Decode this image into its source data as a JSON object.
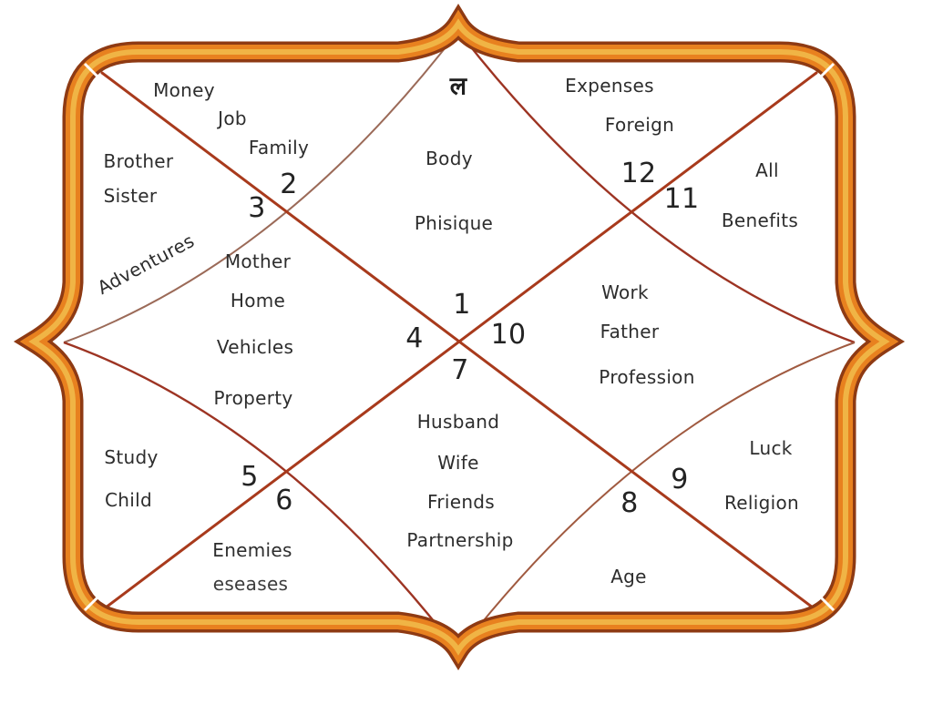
{
  "lagna": {
    "symbol": "ल"
  },
  "houses": {
    "h1": {
      "number": "1",
      "labels": [
        "Body",
        "Phisique"
      ]
    },
    "h2": {
      "number": "2",
      "labels": [
        "Money",
        "Job",
        "Family"
      ]
    },
    "h3": {
      "number": "3",
      "labels": [
        "Brother",
        "Sister",
        "Adventures"
      ]
    },
    "h4": {
      "number": "4",
      "labels": [
        "Mother",
        "Home",
        "Vehicles",
        "Property"
      ]
    },
    "h5": {
      "number": "5",
      "labels": [
        "Study",
        "Child"
      ]
    },
    "h6": {
      "number": "6",
      "labels": [
        "Enemies",
        "eseases"
      ]
    },
    "h7": {
      "number": "7",
      "labels": [
        "Husband",
        "Wife",
        "Friends",
        "Partnership"
      ]
    },
    "h8": {
      "number": "8",
      "labels": [
        "Age"
      ]
    },
    "h9": {
      "number": "9",
      "labels": [
        "Luck",
        "Religion"
      ]
    },
    "h10": {
      "number": "10",
      "labels": [
        "Work",
        "Father",
        "Profession"
      ]
    },
    "h11": {
      "number": "11",
      "labels": [
        "All",
        "Benefits"
      ]
    },
    "h12": {
      "number": "12",
      "labels": [
        "Expenses",
        "Foreign"
      ]
    }
  },
  "colors": {
    "border_outline": "#8e3a13",
    "border_orange": "#e8811f",
    "border_gold": "#f0b445",
    "diagonal_red": "#a83a1c",
    "curve_dark": "#9d3423",
    "curve_light": "#9b6a58",
    "curve_warm": "#a05a40",
    "text": "#2d2d2d"
  }
}
